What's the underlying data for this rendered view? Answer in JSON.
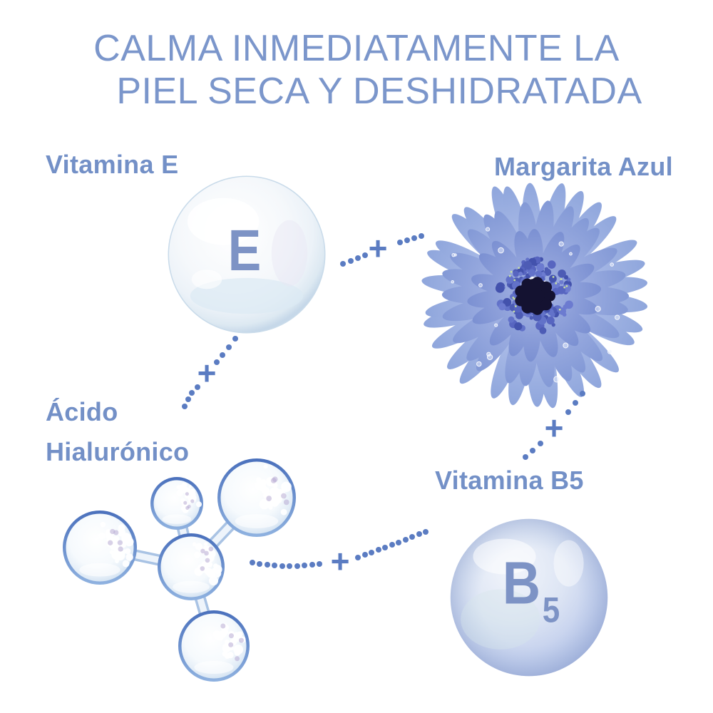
{
  "title": {
    "line1": "CALMA INMEDIATAMENTE LA",
    "line2": "PIEL SECA Y DESHIDRATADA"
  },
  "ingredients": [
    {
      "name": "Vitamina E",
      "symbol": "E",
      "icon": "glass-bubble"
    },
    {
      "name": "Margarita Azul",
      "icon": "blue-daisy-flower"
    },
    {
      "name_line1": "Ácido",
      "name_line2": "Hialurónico",
      "icon": "molecule-bubbles"
    },
    {
      "name": "Vitamina B5",
      "symbol": "B",
      "symbol_subscript": "5",
      "icon": "pearl-sphere"
    }
  ],
  "connectors": {
    "plus": "+",
    "style": "dotted-line"
  },
  "colors": {
    "title_text": "#7b96cb",
    "label_text": "#7390c7",
    "connector_blue": "#5b7cc2",
    "symbol_text": "#7d93c5",
    "flower_petal": "#8ba2dc",
    "flower_center": "#141231",
    "molecule_rim": "#4a70bc",
    "sphere_base": "#a9b9e2"
  }
}
